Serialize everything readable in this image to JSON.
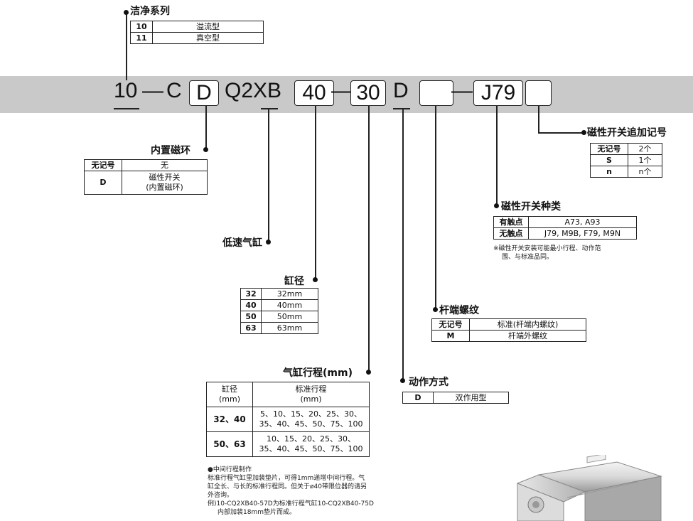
{
  "model_code": {
    "p10": "10",
    "dash1": "—",
    "c": "C",
    "d_box": "D",
    "q2xb": "Q2XB",
    "bore_box": "40",
    "dash2": "—",
    "stroke": "30",
    "action": "D",
    "dash3": "—",
    "switch_box": "J79"
  },
  "clean_series": {
    "title": "洁净系列",
    "rows": [
      [
        "10",
        "溢流型"
      ],
      [
        "11",
        "真空型"
      ]
    ]
  },
  "magnet": {
    "title": "内置磁环",
    "rows": [
      [
        "无记号",
        "无"
      ],
      [
        "D",
        "磁性开关",
        "(内置磁环)"
      ]
    ]
  },
  "low_speed": {
    "title": "低速气缸"
  },
  "bore": {
    "title": "缸径",
    "rows": [
      [
        "32",
        "32mm"
      ],
      [
        "40",
        "40mm"
      ],
      [
        "50",
        "50mm"
      ],
      [
        "63",
        "63mm"
      ]
    ]
  },
  "stroke_table": {
    "title": "气缸行程(mm)",
    "header": [
      "缸径",
      "(mm)",
      "标准行程",
      "(mm)"
    ],
    "rows": [
      {
        "bore": "32、40",
        "l1": "5、10、15、20、25、30、",
        "l2": "35、40、45、50、75、100"
      },
      {
        "bore": "50、63",
        "l1": "10、15、20、25、30、",
        "l2": "35、40、45、50、75、100"
      }
    ]
  },
  "note": {
    "title": "●中间行程制作",
    "l1": "标准行程气缸里加装垫片，可得1mm递增中间行程。气",
    "l2": "缸全长、与长的标准行程同。但关于ø40带限位器的请另",
    "l3": "外咨询。",
    "l4": "例)10-CQ2XB40-57D为标准行程气缸10-CQ2XB40-75D",
    "l5": "内部加装18mm垫片而成。"
  },
  "action_mode": {
    "title": "动作方式",
    "rows": [
      [
        "D",
        "双作用型"
      ]
    ]
  },
  "rod_thread": {
    "title": "杆端螺纹",
    "rows": [
      [
        "无记号",
        "标准(杆端内螺纹)"
      ],
      [
        "M",
        "杆端外螺纹"
      ]
    ]
  },
  "switch_type": {
    "title": "磁性开关种类",
    "rows": [
      [
        "有触点",
        "A73, A93"
      ],
      [
        "无触点",
        "J79, M9B, F79, M9N"
      ]
    ],
    "note1": "※磁性开关安装可能最小行程、动作范",
    "note2": "围、与标准品同。"
  },
  "switch_suffix": {
    "title": "磁性开关追加记号",
    "rows": [
      [
        "无记号",
        "2个"
      ],
      [
        "S",
        "1个"
      ],
      [
        "n",
        "n个"
      ]
    ]
  }
}
